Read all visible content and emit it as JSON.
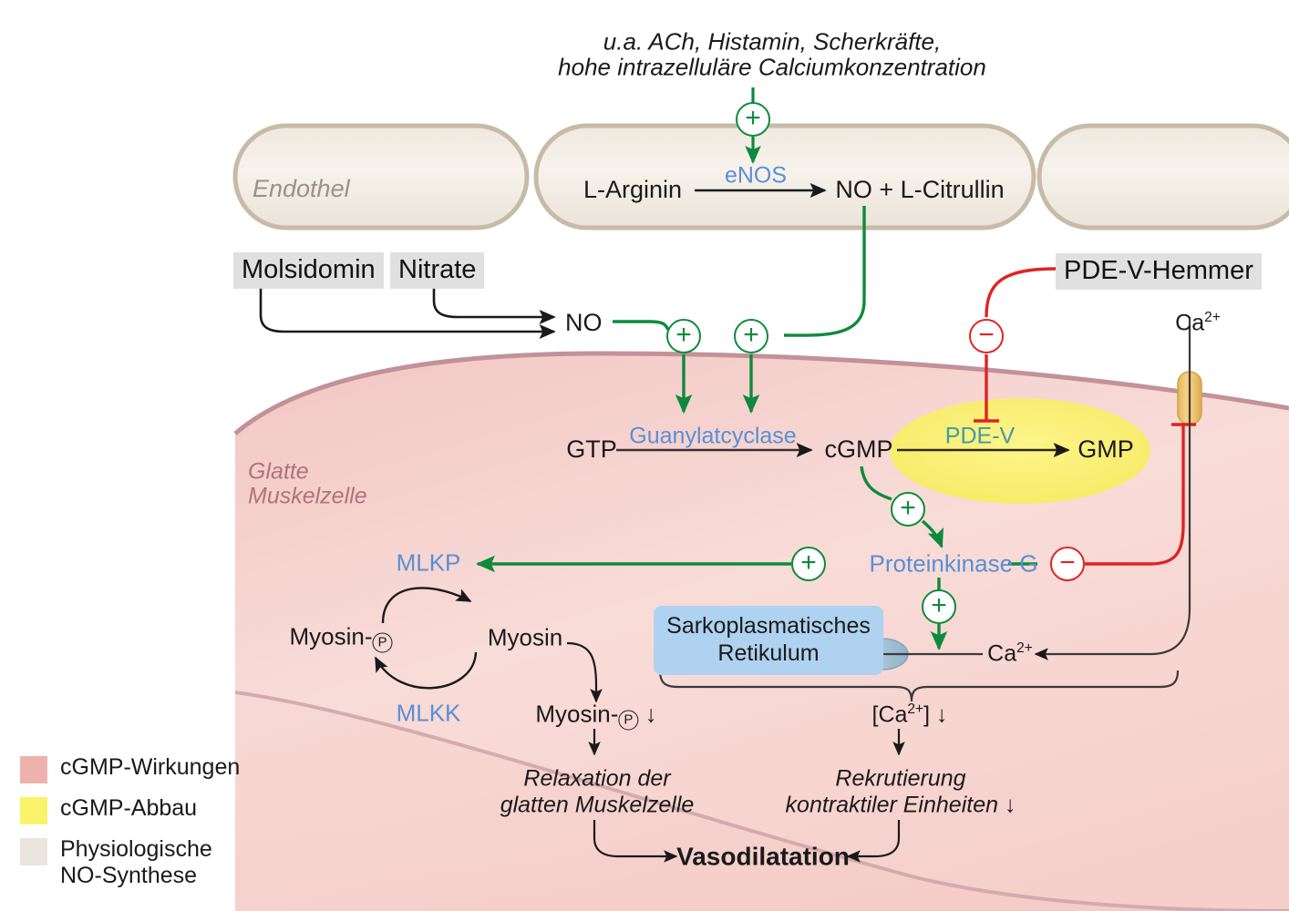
{
  "diagram": {
    "title_stimuli_line1": "u.a. ACh, Histamin, Scherkräfte,",
    "title_stimuli_line2": "hohe intrazelluläre Calciumkonzentration"
  },
  "endothelium": {
    "label": "Endothel",
    "substrate": "L-Arginin",
    "enzyme": "eNOS",
    "product": "NO + L-Citrullin",
    "fill_color": "#f4efe7",
    "border_color": "#c7bba8"
  },
  "drugs": [
    {
      "name": "Molsidomin",
      "box_color": "#e0e0e0"
    },
    {
      "name": "Nitrate",
      "box_color": "#e0e0e0"
    },
    {
      "name": "PDE-V-Hemmer",
      "box_color": "#e0e0e0"
    }
  ],
  "extracellular": {
    "no": "NO"
  },
  "smooth_muscle_cell": {
    "label_line1": "Glatte",
    "label_line2": "Muskelzelle",
    "fill_color": "#f6d5d3",
    "border_color": "#c29298"
  },
  "cgmp_pathway": {
    "gtp": "GTP",
    "guanylatcyclase": "Guanylatcyclase",
    "cgmp": "cGMP",
    "pde_v": "PDE-V",
    "gmp": "GMP",
    "pde_oval_color": "#f9ee72"
  },
  "kinase_row": {
    "mlkp": "MLKP",
    "proteinkinase_g": "Proteinkinase G"
  },
  "myosin_cycle": {
    "myosin_p": "Myosin-",
    "myosin_p_circle": "P",
    "myosin": "Myosin",
    "mlkk": "MLKK"
  },
  "calcium": {
    "ca_ion": "Ca",
    "ca_charge": "2+",
    "channel_color": "#f0c875",
    "sr_line1": "Sarkoplasmatisches",
    "sr_line2": "Retikulum",
    "sr_box_color": "#aed2f0",
    "ca_conc_prefix": "[Ca",
    "ca_conc_suffix": "] ",
    "arrow_down": "↓"
  },
  "outcomes": {
    "myosin_p_down_prefix": "Myosin-",
    "myosin_p_down_circle": "P",
    "myosin_p_down_arrow": "↓",
    "relaxation_line1": "Relaxation der",
    "relaxation_line2": "glatten Muskelzelle",
    "recruitment_line1": "Rekrutierung",
    "recruitment_line2": "kontraktiler Einheiten ↓",
    "final": "Vasodilatation"
  },
  "legend": [
    {
      "label": "cGMP-Wirkungen",
      "color": "#eeb2ae"
    },
    {
      "label": "cGMP-Abbau",
      "color": "#fbf369"
    },
    {
      "label": "Physiologische\nNO-Synthese",
      "color": "#eae5dd"
    }
  ],
  "colors": {
    "activation_green": "#0e8a3c",
    "inhibition_red": "#e02323",
    "enzyme_blue": "#5a8fd4",
    "enzyme_teal": "#3f9aa8",
    "arrow_black": "#1a1a1a"
  },
  "symbols": {
    "plus": "+",
    "minus": "−"
  }
}
